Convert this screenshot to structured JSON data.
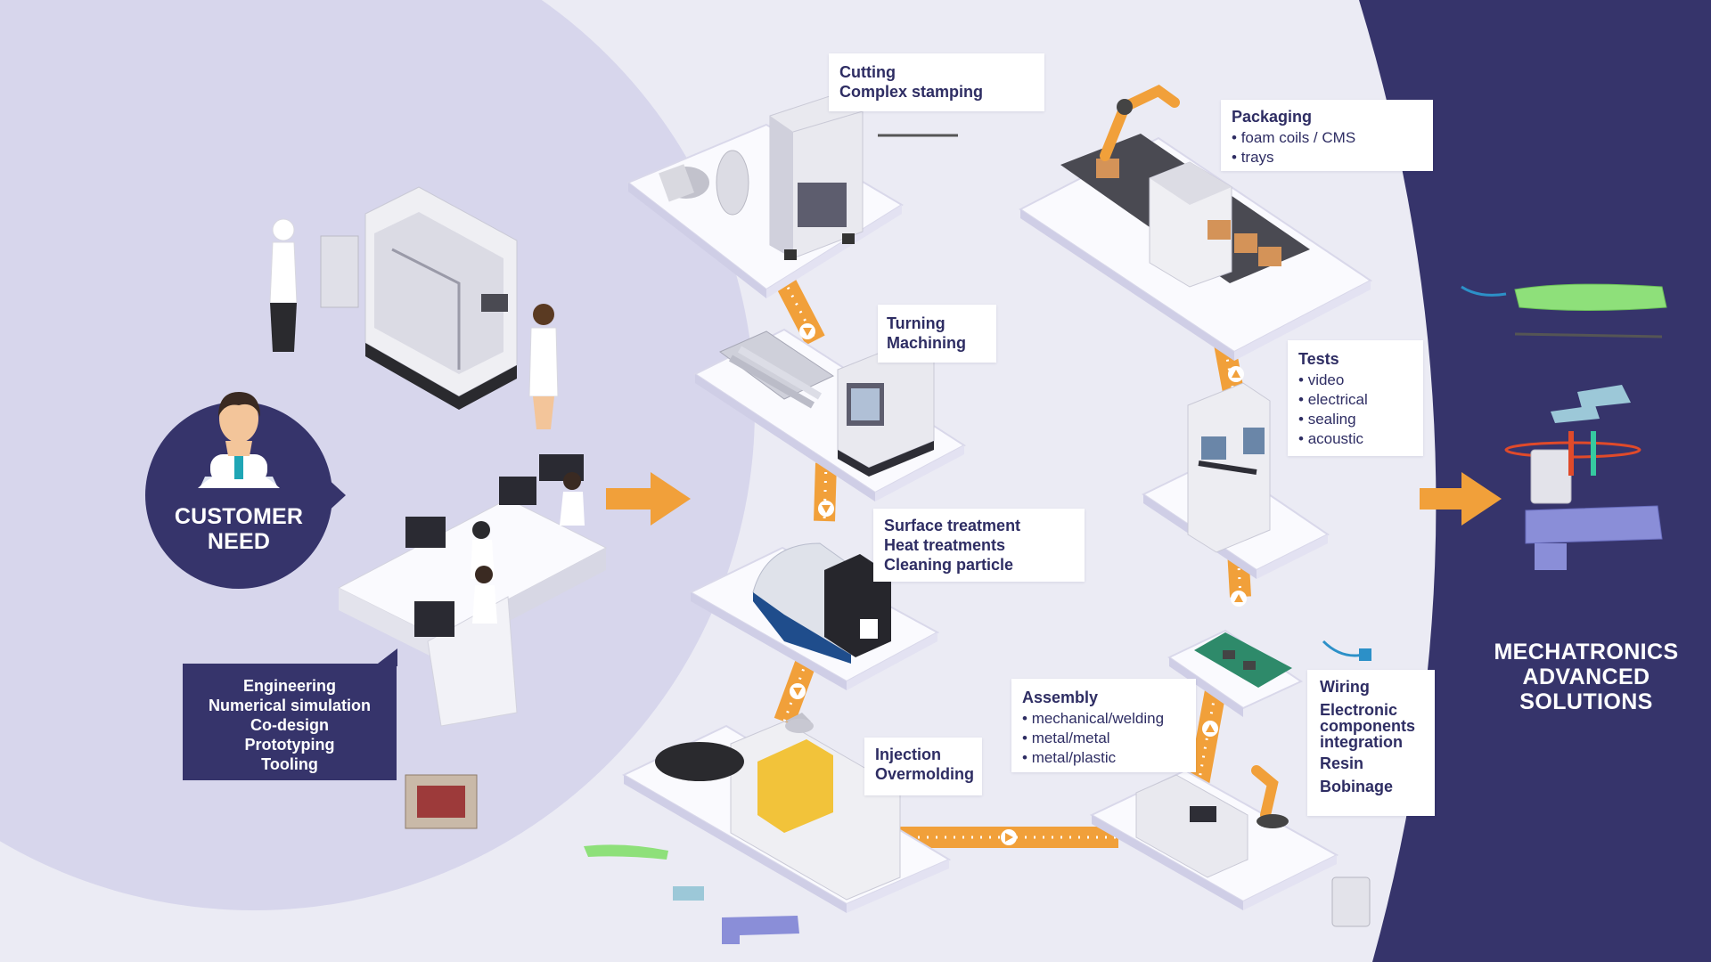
{
  "colors": {
    "navy": "#36346b",
    "orange": "#f1a03a",
    "background": "#ebebf4",
    "left_panel": "#d7d6ec",
    "label_text": "#2e2d63",
    "white": "#ffffff"
  },
  "customer_need": {
    "title_line1": "CUSTOMER",
    "title_line2": "NEED",
    "avatar_icon": "person-avatar-icon"
  },
  "engineering_box": {
    "lines": [
      "Engineering",
      "Numerical simulation",
      "Co-design",
      "Prototyping",
      "Tooling"
    ]
  },
  "processes": {
    "cutting": {
      "title1": "Cutting",
      "title2": "Complex stamping"
    },
    "turning": {
      "title1": "Turning",
      "title2": "Machining"
    },
    "surface": {
      "title1": "Surface treatment",
      "title2": "Heat treatments",
      "title3": "Cleaning particle"
    },
    "injection": {
      "title1": "Injection",
      "title2": "Overmolding"
    },
    "assembly": {
      "title": "Assembly",
      "items": [
        "mechanical/welding",
        "metal/metal",
        "metal/plastic"
      ]
    },
    "wiring": {
      "title1": "Wiring",
      "title2": "Electronic",
      "title3": "components",
      "title4": "integration",
      "title5": "Resin",
      "title6": "Bobinage"
    },
    "tests": {
      "title": "Tests",
      "items": [
        "video",
        "electrical",
        "sealing",
        "acoustic"
      ]
    },
    "packaging": {
      "title": "Packaging",
      "items": [
        "foam coils / CMS",
        "trays"
      ]
    }
  },
  "mechatronics": {
    "title_line1": "MECHATRONICS",
    "title_line2": "ADVANCED",
    "title_line3": "SOLUTIONS"
  }
}
